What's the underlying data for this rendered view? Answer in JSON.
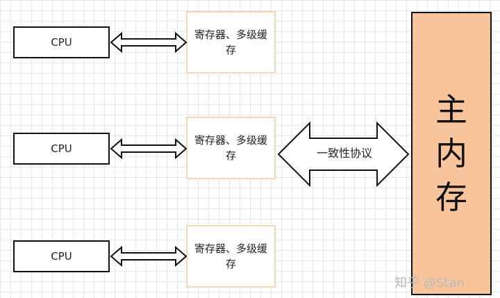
{
  "nodes": {
    "cpu_label": "CPU",
    "cache_label": "寄存器、多级缓存",
    "memory_label": "主内存",
    "protocol_label": "一致性协议"
  },
  "watermark": "知乎 @Stan",
  "colors": {
    "memory_fill": "#f7c49b",
    "cache_border": "#f3d8b6",
    "grid": "#e6e6e6"
  }
}
